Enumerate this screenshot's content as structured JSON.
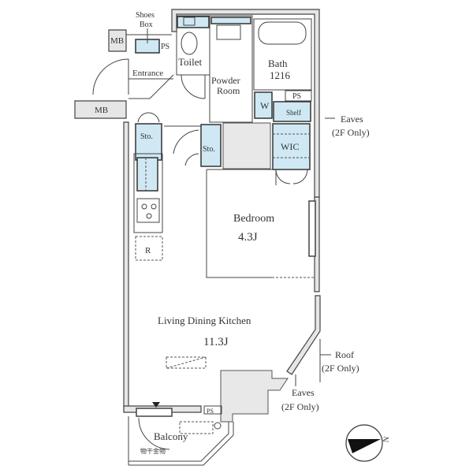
{
  "rooms": {
    "shoes_box": [
      "Shoes",
      "Box"
    ],
    "mb_top": "MB",
    "mb_left": "MB",
    "ps_entrance": "PS",
    "entrance": "Entrance",
    "toilet": "Toilet",
    "powder_room": [
      "Powder",
      "Room"
    ],
    "bath": [
      "Bath",
      "1216"
    ],
    "washer": "W",
    "ps_bath": "PS",
    "shelf": "Shelf",
    "wic": "WIC",
    "storage_left": "Sto.",
    "storage_mid": "Sto.",
    "refrigerator": "R",
    "bedroom": [
      "Bedroom",
      "4.3J"
    ],
    "ldk": [
      "Living Dining Kitchen",
      "11.3J"
    ],
    "ps_balcony": "PS",
    "balcony": "Balcony",
    "drying_rack": "物干金物"
  },
  "annotations": {
    "eaves_top": [
      "Eaves",
      "(2F Only)"
    ],
    "roof": [
      "Roof",
      "(2F Only)"
    ],
    "eaves_bottom": [
      "Eaves",
      "(2F Only)"
    ]
  },
  "compass": {
    "label": "N"
  },
  "colors": {
    "wet_area": "#cfe8f3",
    "wall": "#e6e6e6"
  }
}
